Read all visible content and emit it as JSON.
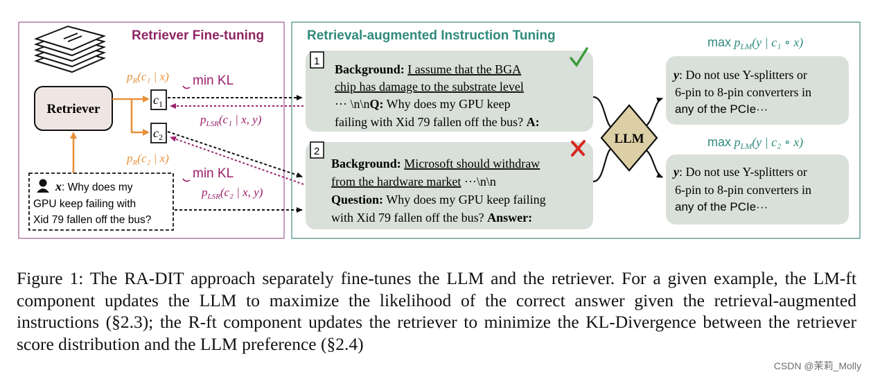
{
  "left_panel": {
    "title": "Retriever Fine-tuning",
    "retriever_label": "Retriever",
    "p_r_c1": "p",
    "p_r_sub": "R",
    "p_r_c1_args": "(c₁ | x)",
    "p_r_c2_args": "(c₂ | x)",
    "min_kl_1": "min KL",
    "min_kl_2": "min KL",
    "p_lsr_sub": "LSR",
    "p_lsr_c1_args": "(c₁ | x, y)",
    "p_lsr_c2_args": "(c₂ | x, y)",
    "c1": "c",
    "c1_sub": "1",
    "c2": "c",
    "c2_sub": "2",
    "query_x": "x",
    "query_line1": ": Why does my",
    "query_line2": "GPU keep failing with",
    "query_line3": "Xid 79 fallen off the bus?"
  },
  "right_panel": {
    "title": "Retrieval-augmented Instruction Tuning",
    "box1": {
      "number": "1",
      "bg_label": "Background:",
      "bg_text1": "I assume that the BGA",
      "bg_text2": "chip has damage to the substrate level",
      "line3_pre": "··· \\n\\n",
      "q_label": "Q:",
      "line3_post": "Why does my GPU keep",
      "line4": "failing with Xid 79 fallen off the bus?",
      "a_label": "A:"
    },
    "box2": {
      "number": "2",
      "bg_label": "Background:",
      "bg_text1": "Microsoft should withdraw",
      "bg_text2": "from the hardware market",
      "bg_tail": "···\\n\\n",
      "q_label": "Question:",
      "q_text": "Why does my GPU keep failing",
      "line4": "with Xid 79 fallen off the bus?",
      "a_label": "Answer:"
    },
    "llm_label": "LLM",
    "max_label": "max",
    "p_lm_sub": "LM",
    "max1_args": "(y | c₁ ∘ x)",
    "max2_args": "(y | c₂ ∘ x)",
    "answer1": {
      "y": "y",
      "line1": ": Do not use Y-splitters or",
      "line2": "6-pin to 8-pin converters in",
      "line3": "any of the PCIe···"
    },
    "answer2": {
      "y": "y",
      "line1": ": Do not use Y-splitters or",
      "line2": "6-pin to 8-pin converters in",
      "line3": "any of the PCIe···"
    }
  },
  "caption": "Figure 1: The RA-DIT approach separately fine-tunes the LLM and the retriever. For a given example, the LM-ft component updates the LLM to maximize the likelihood of the correct answer given the retrieval-augmented instructions (§2.3); the R-ft component updates the retriever to minimize the KL-Divergence between the retriever score distribution and the LLM preference (§2.4)",
  "watermark": "CSDN @茉莉_Molly",
  "colors": {
    "left_border": "#a05a8c",
    "right_border": "#3f8a7f",
    "title_purple": "#8e2563",
    "title_teal": "#2f8a7c",
    "orange": "#e8913a",
    "magenta": "#9b1f6c",
    "box_fill": "#d9e0da",
    "retriever_fill": "#efe6e3",
    "llm_fill": "#ddcfa5",
    "check_green": "#3a9c3a",
    "cross_red": "#d6281f"
  }
}
